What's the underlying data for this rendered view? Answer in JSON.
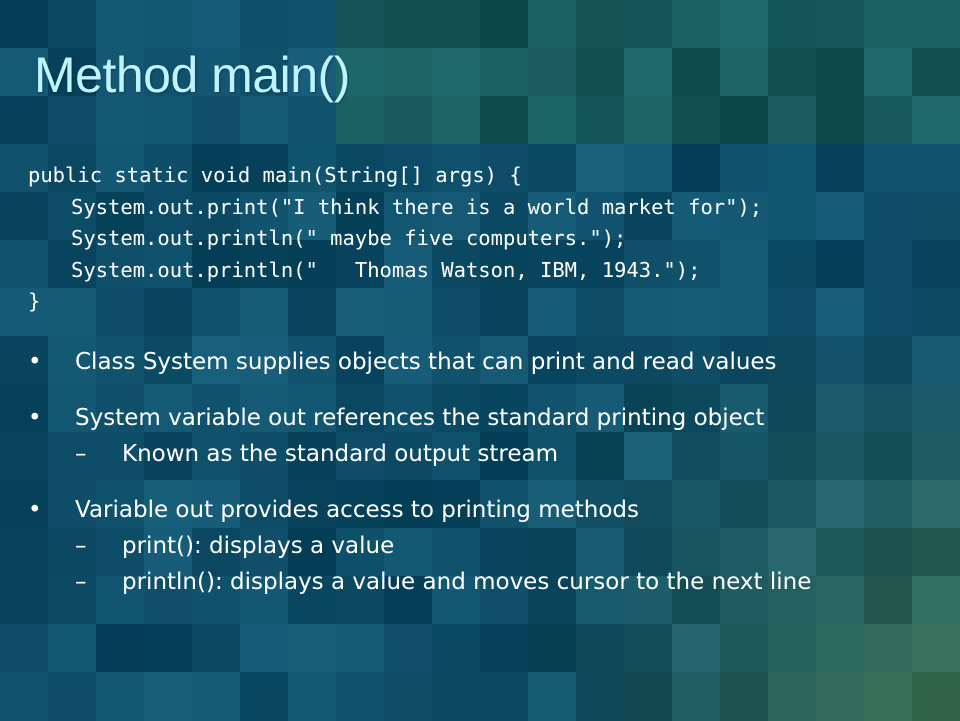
{
  "slide": {
    "title": "Method main()",
    "code_lines": [
      "public static void main(String[] args) {",
      "System.out.print(\"I think there is a world market for\");",
      "System.out.println(\" maybe five computers.\");",
      "System.out.println(\"   Thomas Watson, IBM, 1943.\");",
      "}"
    ],
    "bullet_marker": "•",
    "sub_marker": "–",
    "bullets": [
      {
        "text": "Class System supplies objects that can print and read values"
      },
      {
        "text": "System variable out references the standard printing object",
        "sub": [
          "Known as the standard output stream"
        ]
      },
      {
        "text": "Variable out provides access to printing methods",
        "sub": [
          "print(): displays a value",
          "println(): displays a value and moves cursor to the next line"
        ]
      }
    ]
  },
  "colors": {
    "background": "#0f4f63",
    "title": "#bff3ff",
    "text": "#ffffff"
  }
}
